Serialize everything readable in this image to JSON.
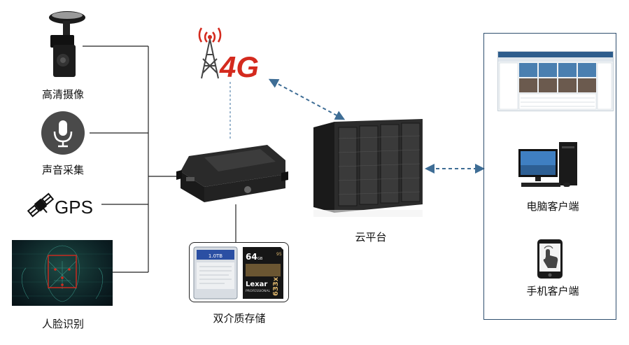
{
  "devices": {
    "hd_camera_label": "高清摄像",
    "audio_label": "声音采集",
    "gps_label": "GPS",
    "face_label": "人脸识别",
    "storage_label": "双介质存储",
    "network_label": "4G",
    "cloud_label": "云平台",
    "pc_client_label": "电脑客户端",
    "mobile_client_label": "手机客户端"
  },
  "storage": {
    "hdd_capacity": "1.0TB",
    "sd_capacity": "64",
    "sd_unit": "GB",
    "sd_brand": "Lexar",
    "sd_line": "PROFESSIONAL",
    "sd_speed": "633x",
    "sd_class": "95"
  },
  "colors": {
    "accent_red": "#d42a1e",
    "arrow_blue": "#3e6d95",
    "line_dark": "#222222",
    "box_border": "#2f4f6f"
  }
}
